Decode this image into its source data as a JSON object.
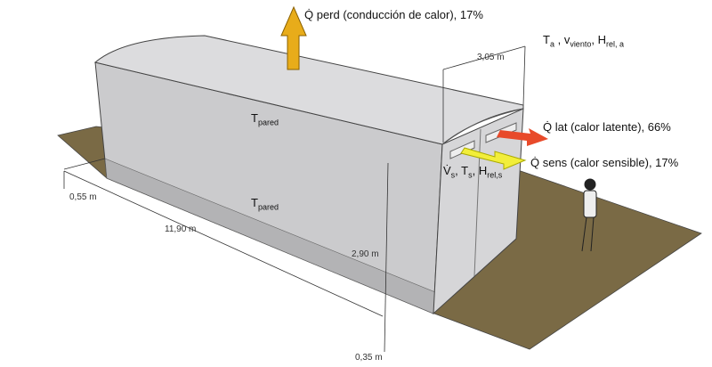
{
  "labels": {
    "q_perd": "Q̇ perd (conducción de calor), 17%",
    "q_lat": "Q̇ lat (calor latente), 66%",
    "q_sens": "Q̇ sens (calor sensible), 17%",
    "ambient": {
      "T": "T",
      "T_sub": "a",
      "v": "v",
      "v_sub": "viento",
      "H": "H",
      "H_sub": "rel, a"
    },
    "supply": {
      "V": "V̇",
      "V_sub": "s",
      "T": "T",
      "T_sub": "s",
      "H": "H",
      "H_sub": "rel,s"
    },
    "wall_top": {
      "T": "T",
      "sub": "pared"
    },
    "wall_bottom": {
      "T": "T",
      "sub": "pared"
    }
  },
  "dimensions": {
    "width": "3,05 m",
    "length": "11,90 m",
    "height": "2,90 m",
    "foundation_left": "0,55 m",
    "foundation_right": "0,35 m"
  },
  "colors": {
    "ground": "#7a6a45",
    "wall": "#cfcfd1",
    "arrow_up": "#e8ac1a",
    "arrow_lat": "#e84a2a",
    "arrow_sens": "#f2ee3a"
  }
}
